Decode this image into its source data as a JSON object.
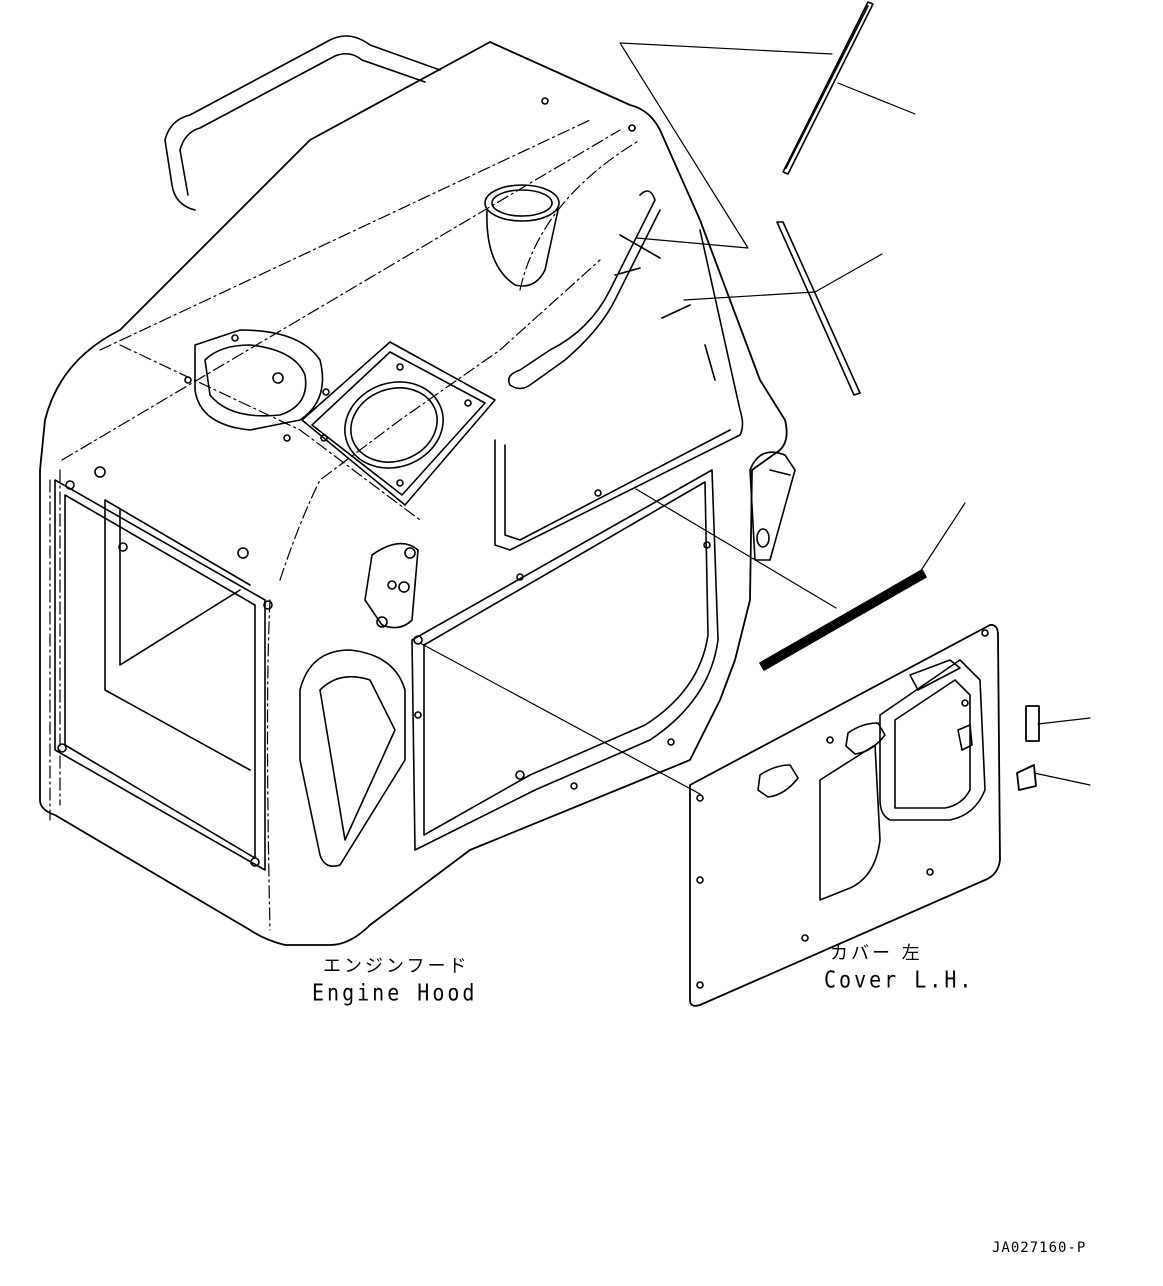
{
  "labels": {
    "engine_hood_jp": "エンジンフード",
    "engine_hood_en": "Engine Hood",
    "cover_lh_jp": "カバー 左",
    "cover_lh_en": "Cover L.H.",
    "drawing_code": "JA027160-P"
  },
  "parts": [
    "engine-hood",
    "left-cover",
    "top-seal-strip",
    "upper-side-seal-strip",
    "lower-seal-strip",
    "cover-label-large",
    "cover-label-small"
  ],
  "colors": {
    "line": "#000000",
    "background": "#ffffff"
  }
}
